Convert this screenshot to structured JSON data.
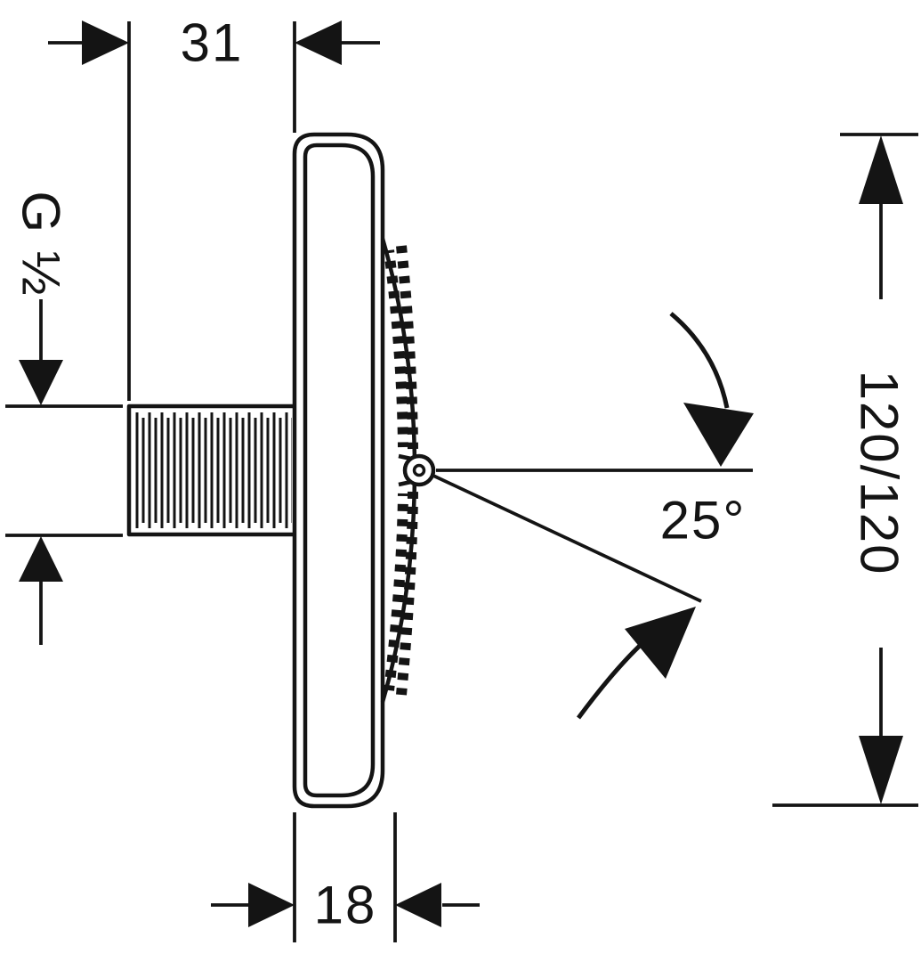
{
  "drawing": {
    "labels": {
      "projection": "31",
      "thread": "G ½",
      "height": "120/120",
      "angle": "25°",
      "depth": "18"
    },
    "colors": {
      "ink": "#141414",
      "background": "#ffffff"
    }
  }
}
